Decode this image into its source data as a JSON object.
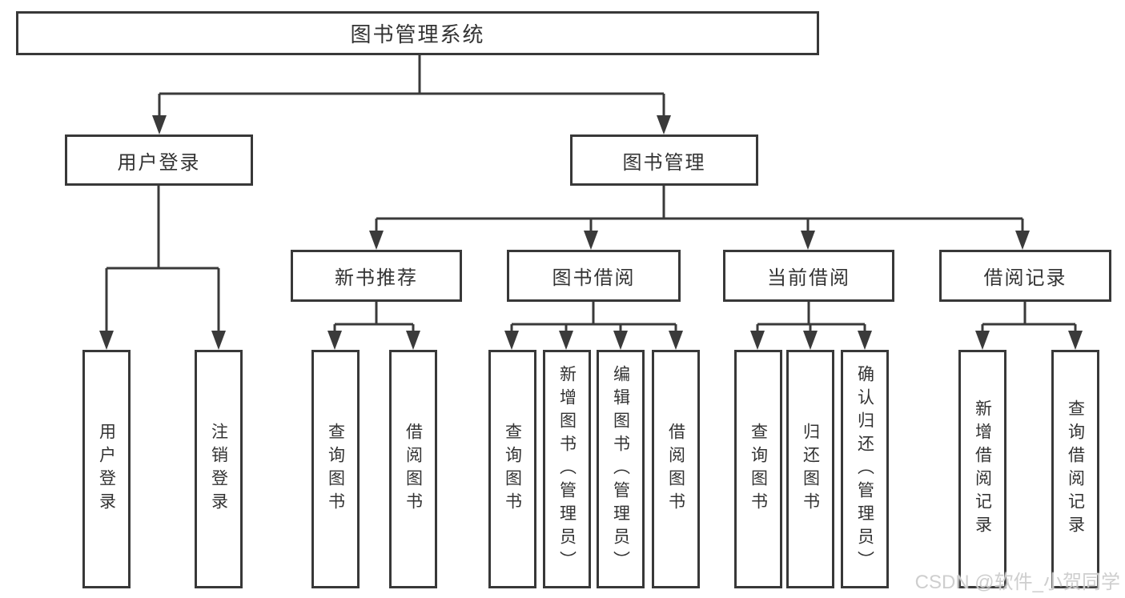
{
  "tree": {
    "root": {
      "label": "图书管理系统",
      "children": [
        {
          "label": "用户登录",
          "children": [
            {
              "label": "用户登录"
            },
            {
              "label": "注销登录"
            }
          ]
        },
        {
          "label": "图书管理",
          "children": [
            {
              "label": "新书推荐",
              "children": [
                {
                  "label": "查询图书"
                },
                {
                  "label": "借阅图书"
                }
              ]
            },
            {
              "label": "图书借阅",
              "children": [
                {
                  "label": "查询图书"
                },
                {
                  "label": "新增图书（管理员）"
                },
                {
                  "label": "编辑图书（管理员）"
                },
                {
                  "label": "借阅图书"
                }
              ]
            },
            {
              "label": "当前借阅",
              "children": [
                {
                  "label": "查询图书"
                },
                {
                  "label": "归还图书"
                },
                {
                  "label": "确认归还（管理员）"
                }
              ]
            },
            {
              "label": "借阅记录",
              "children": [
                {
                  "label": "新增借阅记录"
                },
                {
                  "label": "查询借阅记录"
                }
              ]
            }
          ]
        }
      ]
    }
  },
  "watermark": {
    "text": "CSDN @软件_小贺同学",
    "color": "#cbcbcb"
  },
  "colors": {
    "line": "#3a3a3a",
    "box_border": "#383838",
    "text": "#333333",
    "background": "#ffffff"
  }
}
